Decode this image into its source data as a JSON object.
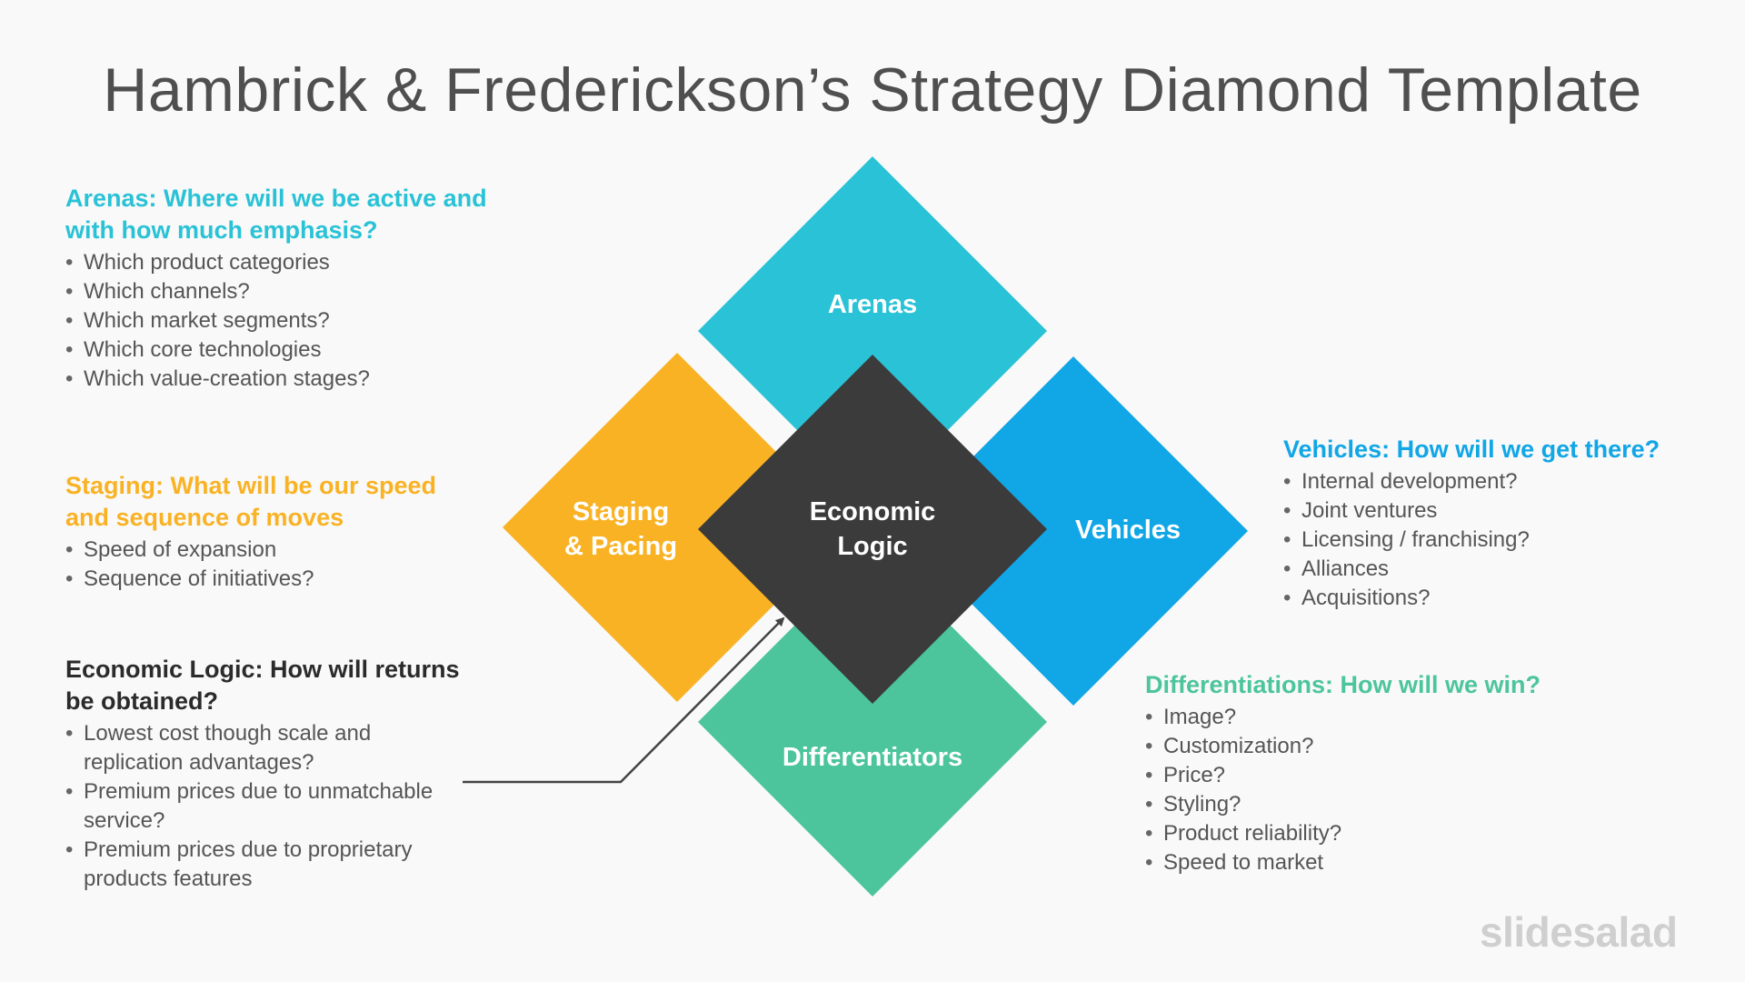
{
  "title": "Hambrick & Frederickson’s Strategy Diamond Template",
  "colors": {
    "arenas": "#29c2d6",
    "vehicles": "#11a6e6",
    "staging": "#f9b224",
    "differentiators": "#4cc59c",
    "economic_logic": "#3b3b3b",
    "economic_heading": "#2b2b2b",
    "arrow": "#444444"
  },
  "diamond": {
    "arenas": "Arenas",
    "staging_line1": "Staging",
    "staging_line2": "& Pacing",
    "economic_line1": "Economic",
    "economic_line2": "Logic",
    "vehicles": "Vehicles",
    "differentiators": "Differentiators"
  },
  "arenas": {
    "heading": "Arenas: Where will we be active and with how much emphasis?",
    "items": [
      "Which product categories",
      "Which channels?",
      "Which market segments?",
      "Which core technologies",
      "Which value-creation stages?"
    ]
  },
  "staging": {
    "heading": "Staging: What will be our speed and sequence of moves",
    "items": [
      "Speed of expansion",
      "Sequence of initiatives?"
    ]
  },
  "economic": {
    "heading": "Economic Logic: How will returns be obtained?",
    "items": [
      "Lowest cost though scale and replication advantages?",
      "Premium prices due to unmatchable service?",
      "Premium prices due to proprietary products features"
    ]
  },
  "vehicles": {
    "heading": "Vehicles: How will we get there?",
    "items": [
      "Internal development?",
      "Joint ventures",
      "Licensing / franchising?",
      "Alliances",
      "Acquisitions?"
    ]
  },
  "differentiations": {
    "heading": "Differentiations: How will we win?",
    "items": [
      "Image?",
      "Customization?",
      "Price?",
      "Styling?",
      "Product reliability?",
      "Speed to market"
    ]
  },
  "logo": "slidesalad"
}
